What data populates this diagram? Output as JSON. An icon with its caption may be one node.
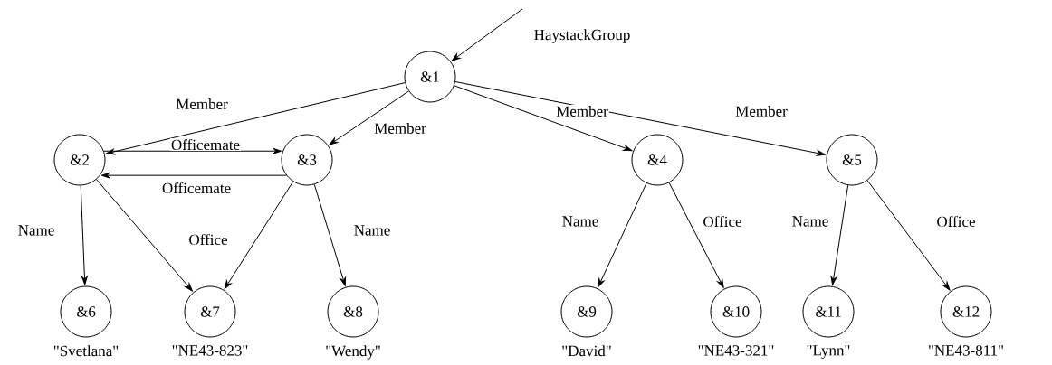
{
  "diagram": {
    "nodes": [
      {
        "text": [
          "&1"
        ]
      },
      {
        "text": [
          "&2"
        ]
      },
      {
        "text": [
          "&3"
        ]
      },
      {
        "text": [
          "&4"
        ]
      },
      {
        "text": [
          "&5"
        ]
      },
      {
        "text": [
          "&6"
        ],
        "beside": [
          "\"Svetlana\""
        ]
      },
      {
        "text": [
          "&7"
        ],
        "beside": [
          "\"NE43-823\""
        ]
      },
      {
        "text": [
          "&8"
        ],
        "beside": [
          "\"Wendy\""
        ]
      },
      {
        "text": [
          "&9"
        ],
        "beside": [
          "\"David\""
        ]
      },
      {
        "text": [
          "&10"
        ],
        "beside": [
          "\"NE43-321\""
        ]
      },
      {
        "text": [
          "&11"
        ],
        "beside": [
          "\"Lynn\""
        ]
      },
      {
        "text": [
          "&12"
        ],
        "beside": [
          "\"NE43-811\""
        ]
      }
    ],
    "edges": [
      {
        "from": null,
        "to": 0,
        "arrow": "to",
        "label": "HaystackGroup"
      },
      {
        "from": 0,
        "to": 1,
        "arrow": "to",
        "label": "Member"
      },
      {
        "from": 0,
        "to": 2,
        "arrow": "to",
        "label": "Member"
      },
      {
        "from": 0,
        "to": 3,
        "arrow": "to",
        "label": "Member"
      },
      {
        "from": 0,
        "to": 4,
        "arrow": "to",
        "label": "Member"
      },
      {
        "from": 1,
        "to": 2,
        "arrow": "to",
        "label": "Officemate"
      },
      {
        "from": 2,
        "to": 1,
        "arrow": "to",
        "label": "Officemate"
      },
      {
        "from": 1,
        "to": 5,
        "arrow": "to",
        "label": "Name"
      },
      {
        "from": 1,
        "to": 6,
        "arrow": "to",
        "label": "Office"
      },
      {
        "from": 2,
        "to": 6,
        "arrow": "to"
      },
      {
        "from": 2,
        "to": 7,
        "arrow": "to",
        "label": "Name"
      },
      {
        "from": 3,
        "to": 8,
        "arrow": "to",
        "label": "Name"
      },
      {
        "from": 3,
        "to": 9,
        "arrow": "to",
        "label": "Office"
      },
      {
        "from": 4,
        "to": 10,
        "arrow": "to",
        "label": "Name"
      },
      {
        "from": 4,
        "to": 11,
        "arrow": "to",
        "label": "Office"
      }
    ]
  }
}
